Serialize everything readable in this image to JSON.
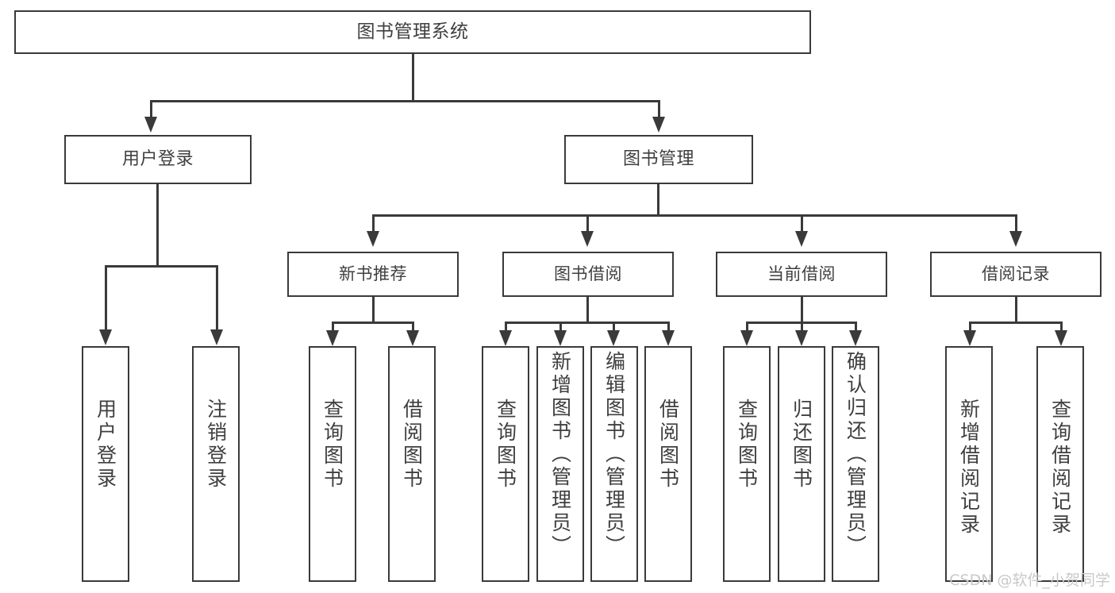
{
  "diagram": {
    "title": "图书管理系统",
    "type": "tree",
    "root": {
      "label": "图书管理系统"
    },
    "level2": [
      {
        "label": "用户登录"
      },
      {
        "label": "图书管理"
      }
    ],
    "level3": [
      {
        "label": "新书推荐"
      },
      {
        "label": "图书借阅"
      },
      {
        "label": "当前借阅"
      },
      {
        "label": "借阅记录"
      }
    ],
    "leaves": {
      "user_login": [
        {
          "label": "用户登录"
        },
        {
          "label": "注销登录"
        }
      ],
      "new_book_recommend": [
        {
          "label": "查询图书"
        },
        {
          "label": "借阅图书"
        }
      ],
      "book_borrow": [
        {
          "label": "查询图书"
        },
        {
          "label": "新增图书（管理员）"
        },
        {
          "label": "编辑图书（管理员）"
        },
        {
          "label": "借阅图书"
        }
      ],
      "current_borrow": [
        {
          "label": "查询图书"
        },
        {
          "label": "归还图书"
        },
        {
          "label": "确认归还（管理员）"
        }
      ],
      "borrow_record": [
        {
          "label": "新增借阅记录"
        },
        {
          "label": "查询借阅记录"
        }
      ]
    }
  },
  "watermark": {
    "text": "CSDN @软件_小贺同学"
  },
  "colors": {
    "stroke": "#3a3a3a",
    "text": "#3f3f3f",
    "background": "#ffffff",
    "watermark": "#c9c9c9"
  }
}
